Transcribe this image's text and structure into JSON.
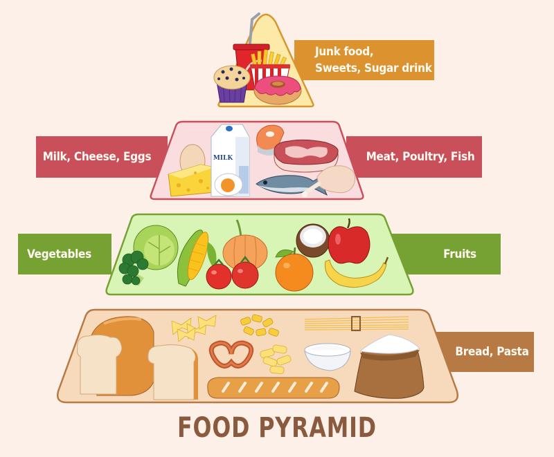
{
  "title": "FOOD PYRAMID",
  "tiers": [
    {
      "level": 1,
      "position": "top",
      "labels": [
        "Junk food,",
        "Sweets, Sugar drink"
      ],
      "color": "#dc922e",
      "fill": "#fde9a8",
      "items": [
        "soda-cup",
        "french-fries",
        "muffin",
        "donut"
      ]
    },
    {
      "level": 2,
      "position": "second",
      "labels_left": "Milk, Cheese, Eggs",
      "labels_right": "Meat, Poultry, Fish",
      "color": "#c9505b",
      "fill": "#fadddf",
      "items": [
        "egg",
        "milk-carton",
        "cheese",
        "boiled-egg",
        "salmon-steak",
        "beef-steak",
        "fish",
        "chicken-leg"
      ],
      "milk_label": "MILK"
    },
    {
      "level": 3,
      "position": "third",
      "labels_left": "Vegetables",
      "labels_right": "Fruits",
      "color": "#75a232",
      "fill": "#d9f5b5",
      "items": [
        "cabbage",
        "broccoli",
        "corn",
        "pumpkin",
        "tomatoes",
        "coconut",
        "orange",
        "apple",
        "banana"
      ]
    },
    {
      "level": 4,
      "position": "base",
      "labels_right": "Bread, Pasta",
      "color": "#b87a44",
      "fill": "#f7d9bb",
      "items": [
        "bread-loaf",
        "bread-slice",
        "farfalle",
        "rigatoni",
        "spaghetti",
        "pretzel",
        "penne",
        "flour-bowl",
        "flour-sack",
        "baguette"
      ]
    }
  ],
  "labels": {
    "junk_line1": "Junk food,",
    "junk_line2": "Sweets, Sugar drink",
    "dairy": "Milk, Cheese, Eggs",
    "meat": "Meat, Poultry, Fish",
    "vegetables": "Vegetables",
    "fruits": "Fruits",
    "bread": "Bread, Pasta",
    "milk_carton": "MILK"
  },
  "colors": {
    "background": "#fcf0e8",
    "junk": "#dc922e",
    "protein": "#c9505b",
    "produce": "#75a232",
    "grains": "#b87a44",
    "title": "#8a5a3e"
  }
}
